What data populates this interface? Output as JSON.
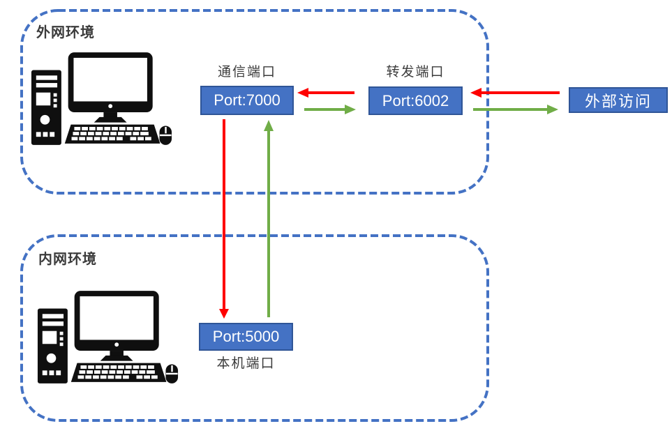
{
  "colors": {
    "accent_blue": "#4472C4",
    "accent_blue_border": "#2F5597",
    "dashed_border": "#4472C4",
    "arrow_red": "#FE0000",
    "arrow_green": "#70AD47",
    "text_dark": "#3B3B3B",
    "box_text": "#FFFFFF",
    "icon_black": "#0F0F0F"
  },
  "outer_zone": {
    "title": "外网环境",
    "comm_port_caption": "通信端口",
    "comm_port": "Port:7000",
    "forward_port_caption": "转发端口",
    "forward_port": "Port:6002"
  },
  "inner_zone": {
    "title": "内网环境",
    "local_port": "Port:5000",
    "local_port_caption": "本机端口"
  },
  "external_access_label": "外部访问",
  "icons": {
    "outer_computer": "desktop-computer-icon",
    "inner_computer": "desktop-computer-icon"
  },
  "connections": [
    {
      "from": "Port:6002",
      "to": "Port:7000",
      "color": "red",
      "direction": "left"
    },
    {
      "from": "Port:7000",
      "to": "Port:6002",
      "color": "green",
      "direction": "right"
    },
    {
      "from": "外部访问",
      "to": "Port:6002",
      "color": "red",
      "direction": "left"
    },
    {
      "from": "Port:6002",
      "to": "外部访问",
      "color": "green",
      "direction": "right"
    },
    {
      "from": "Port:7000",
      "to": "Port:5000",
      "color": "red",
      "direction": "down"
    },
    {
      "from": "Port:5000",
      "to": "Port:7000",
      "color": "green",
      "direction": "up"
    }
  ]
}
